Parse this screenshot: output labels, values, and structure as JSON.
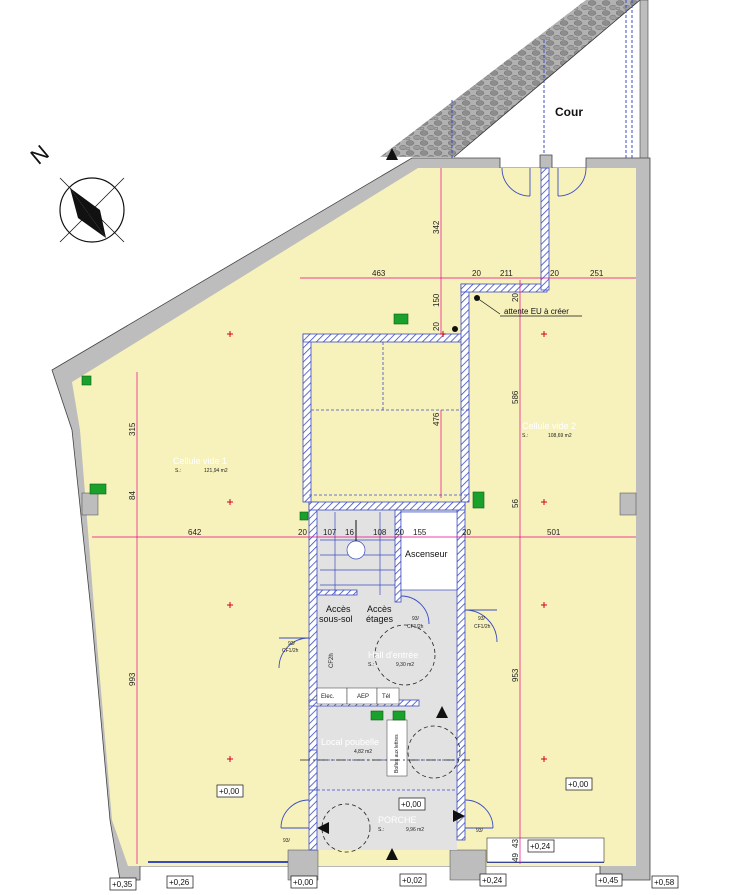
{
  "labels": {
    "courtyard": "Cour",
    "north_letter": "N",
    "shell1_name": "Cellule vide 1",
    "shell1_area_prefix": "S.:",
    "shell1_area": "121,94 m2",
    "shell2_name": "Cellule vide 2",
    "shell2_area_prefix": "S.:",
    "shell2_area": "108,69 m2",
    "elevator": "Ascenseur",
    "basement_access_1": "Accès",
    "basement_access_2": "sous-sol",
    "floors_access_1": "Accès",
    "floors_access_2": "étages",
    "hall_name": "Hall d'entrée",
    "hall_area_prefix": "S.:",
    "hall_area": "9,30 m2",
    "bin_room": "Local poubelle",
    "bin_area": "4,82 m2",
    "porch_name": "PORCHE",
    "porch_area_prefix": "S.:",
    "porch_area": "9,96 m2",
    "elec": "Elec.",
    "aep": "AEP",
    "tel": "Tél",
    "cf_vertical": "CF2h",
    "mailboxes": "Boîtes aux lettres",
    "sewer_note": "attente EU à créer",
    "door_93_cf12h_a": "93/",
    "door_93_cf12h_a2": "CF1/2h",
    "door_93_cf12h_b": "93/",
    "door_93_cf12h_b2": "CF1/2h",
    "door_93_cf12h_c": "93/",
    "door_93_cf12h_c2": "CF1/2h",
    "door_93_porch_l": "93/",
    "door_93_porch_r": "93/"
  },
  "dimensions": {
    "d463": "463",
    "d20a": "20",
    "d211": "211",
    "d20b": "20",
    "d251": "251",
    "d342": "342",
    "d150": "150",
    "d20c": "20",
    "d20d": "20",
    "d586": "586",
    "d315": "315",
    "d84": "84",
    "d476": "476",
    "d56": "56",
    "d642": "642",
    "d20e": "20",
    "d107": "107",
    "d16": "16",
    "d108": "108",
    "d20f": "20",
    "d155": "155",
    "d20g": "20",
    "d501": "501",
    "d993": "993",
    "d953": "953",
    "d43": "43",
    "d49": "49"
  },
  "levels": {
    "shell1": "+0,00",
    "shell2": "+0,00",
    "porch": "+0,00",
    "b1": "+0,35",
    "b2": "+0,26",
    "b3": "+0,00",
    "b4": "+0,02",
    "b5": "+0,24",
    "b6": "+0,45",
    "b7": "+0,58",
    "side": "+0,24"
  },
  "colors": {
    "floor": "#f7f2bc",
    "wall": "#bdbdbd",
    "partition": "#3b4cc0",
    "dimension": "#e8008a",
    "fixture": "#1aa12b",
    "circulation": "#e2e2e2",
    "stone": "#9a9a9a"
  }
}
